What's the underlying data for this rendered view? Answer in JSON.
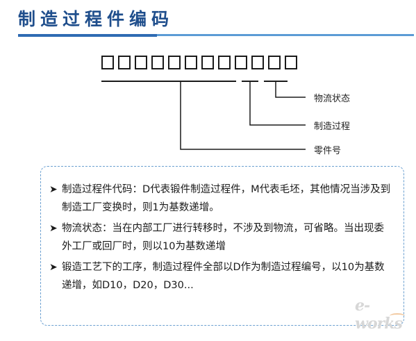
{
  "header": {
    "title": "制造过程件编码"
  },
  "code": {
    "box_count": 12
  },
  "segments": [
    {
      "label": "物流状态"
    },
    {
      "label": "制造过程"
    },
    {
      "label": "零件号"
    }
  ],
  "notes": [
    {
      "text": "制造过程件代码：D代表锻件制造过程件，M代表毛坯，其他情况当涉及到制造工厂变换时，则1为基数递增。"
    },
    {
      "text": "物流状态：当在内部工厂进行转移时，不涉及到物流，可省略。当出现委外工厂或回厂时，则以10为基数递增"
    },
    {
      "text": "锻造工艺下的工序，制造过程件全部以D作为制造过程编号，以10为基数递增，如D10，D20，D30..."
    }
  ],
  "watermark": {
    "text": "e-works"
  },
  "colors": {
    "title": "#1f4e8c",
    "accent": "#5b9bd5",
    "border": "#6a9fd0"
  },
  "icons": {
    "bullet": "arrow-right-icon"
  }
}
